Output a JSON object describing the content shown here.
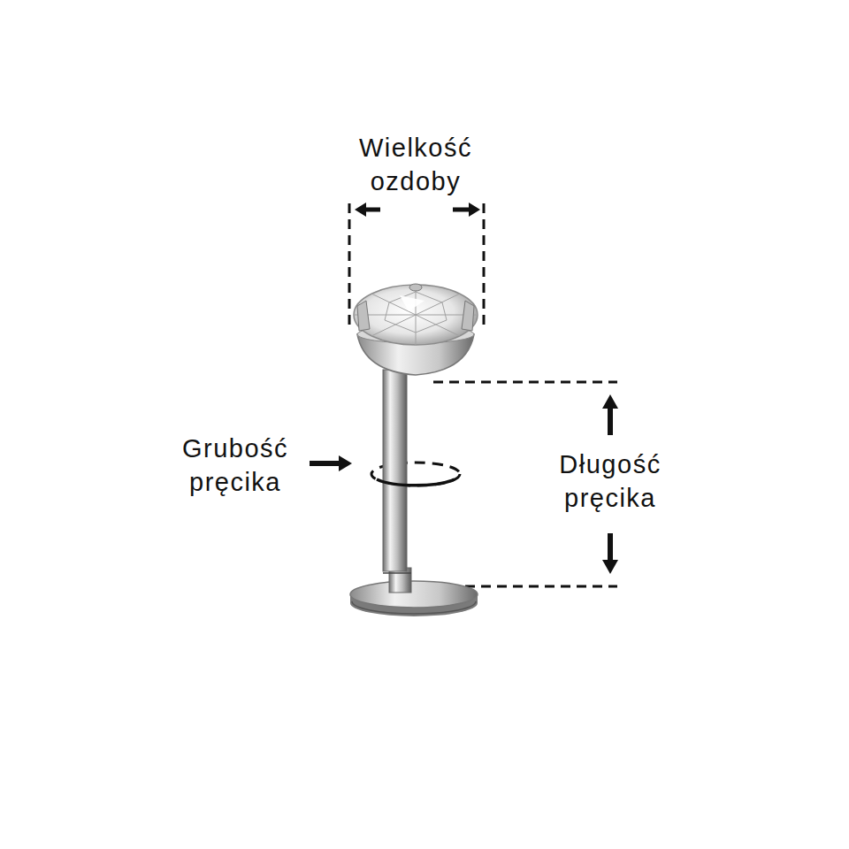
{
  "diagram": {
    "labels": [
      "Wielkość ozdoby",
      "Grubość pręcika",
      "Długość pręcika"
    ]
  }
}
